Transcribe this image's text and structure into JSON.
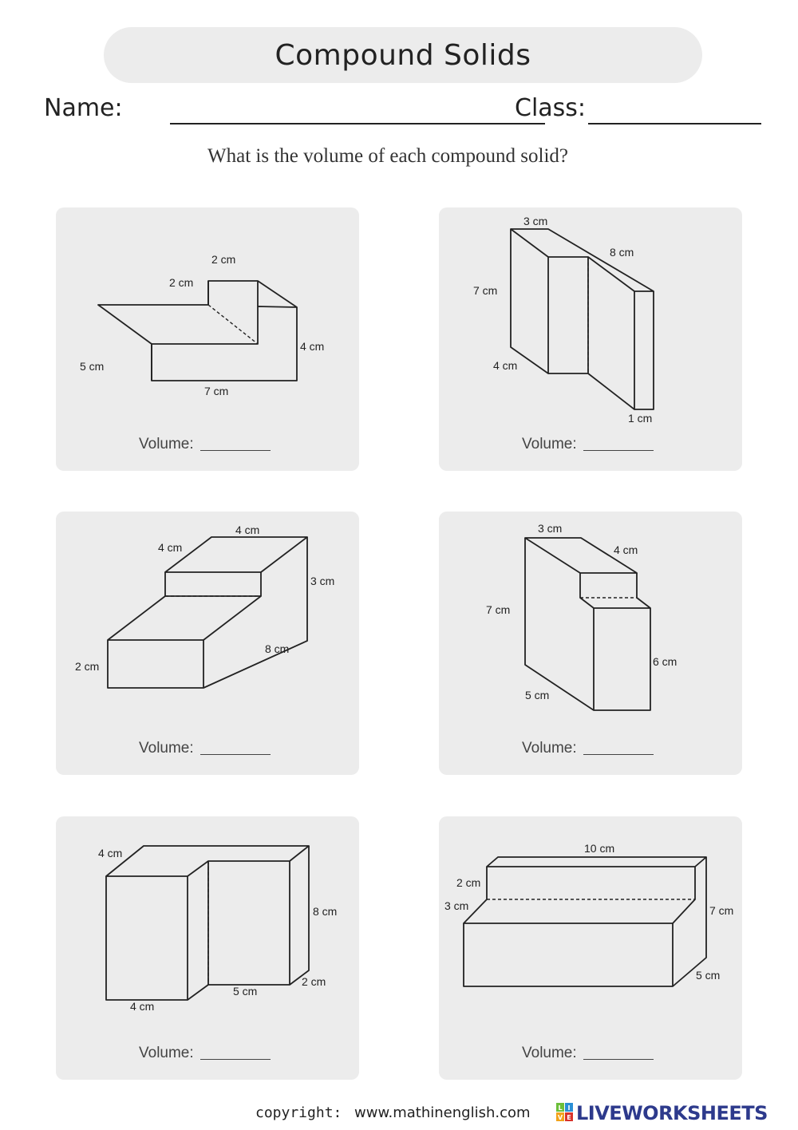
{
  "title": "Compound Solids",
  "name_label": "Name:",
  "class_label": "Class:",
  "instruction": "What is the volume of each compound solid?",
  "volume_label": "Volume:",
  "problems": [
    {
      "labels": [
        "2 cm",
        "2 cm",
        "4 cm",
        "5 cm",
        "7 cm"
      ]
    },
    {
      "labels": [
        "3 cm",
        "8 cm",
        "7 cm",
        "4 cm",
        "1 cm"
      ]
    },
    {
      "labels": [
        "4 cm",
        "4 cm",
        "3 cm",
        "8 cm",
        "2 cm"
      ]
    },
    {
      "labels": [
        "3 cm",
        "4 cm",
        "7 cm",
        "6 cm",
        "5 cm"
      ]
    },
    {
      "labels": [
        "4 cm",
        "8 cm",
        "2 cm",
        "5 cm",
        "4 cm"
      ]
    },
    {
      "labels": [
        "10 cm",
        "2 cm",
        "3 cm",
        "7 cm",
        "5 cm"
      ]
    }
  ],
  "footer": {
    "copyright": "copyright:",
    "website": "www.mathinenglish.com",
    "brand": "LIVEWORKSHEETS",
    "logo_letters": [
      "L",
      "I",
      "V",
      "E"
    ]
  }
}
